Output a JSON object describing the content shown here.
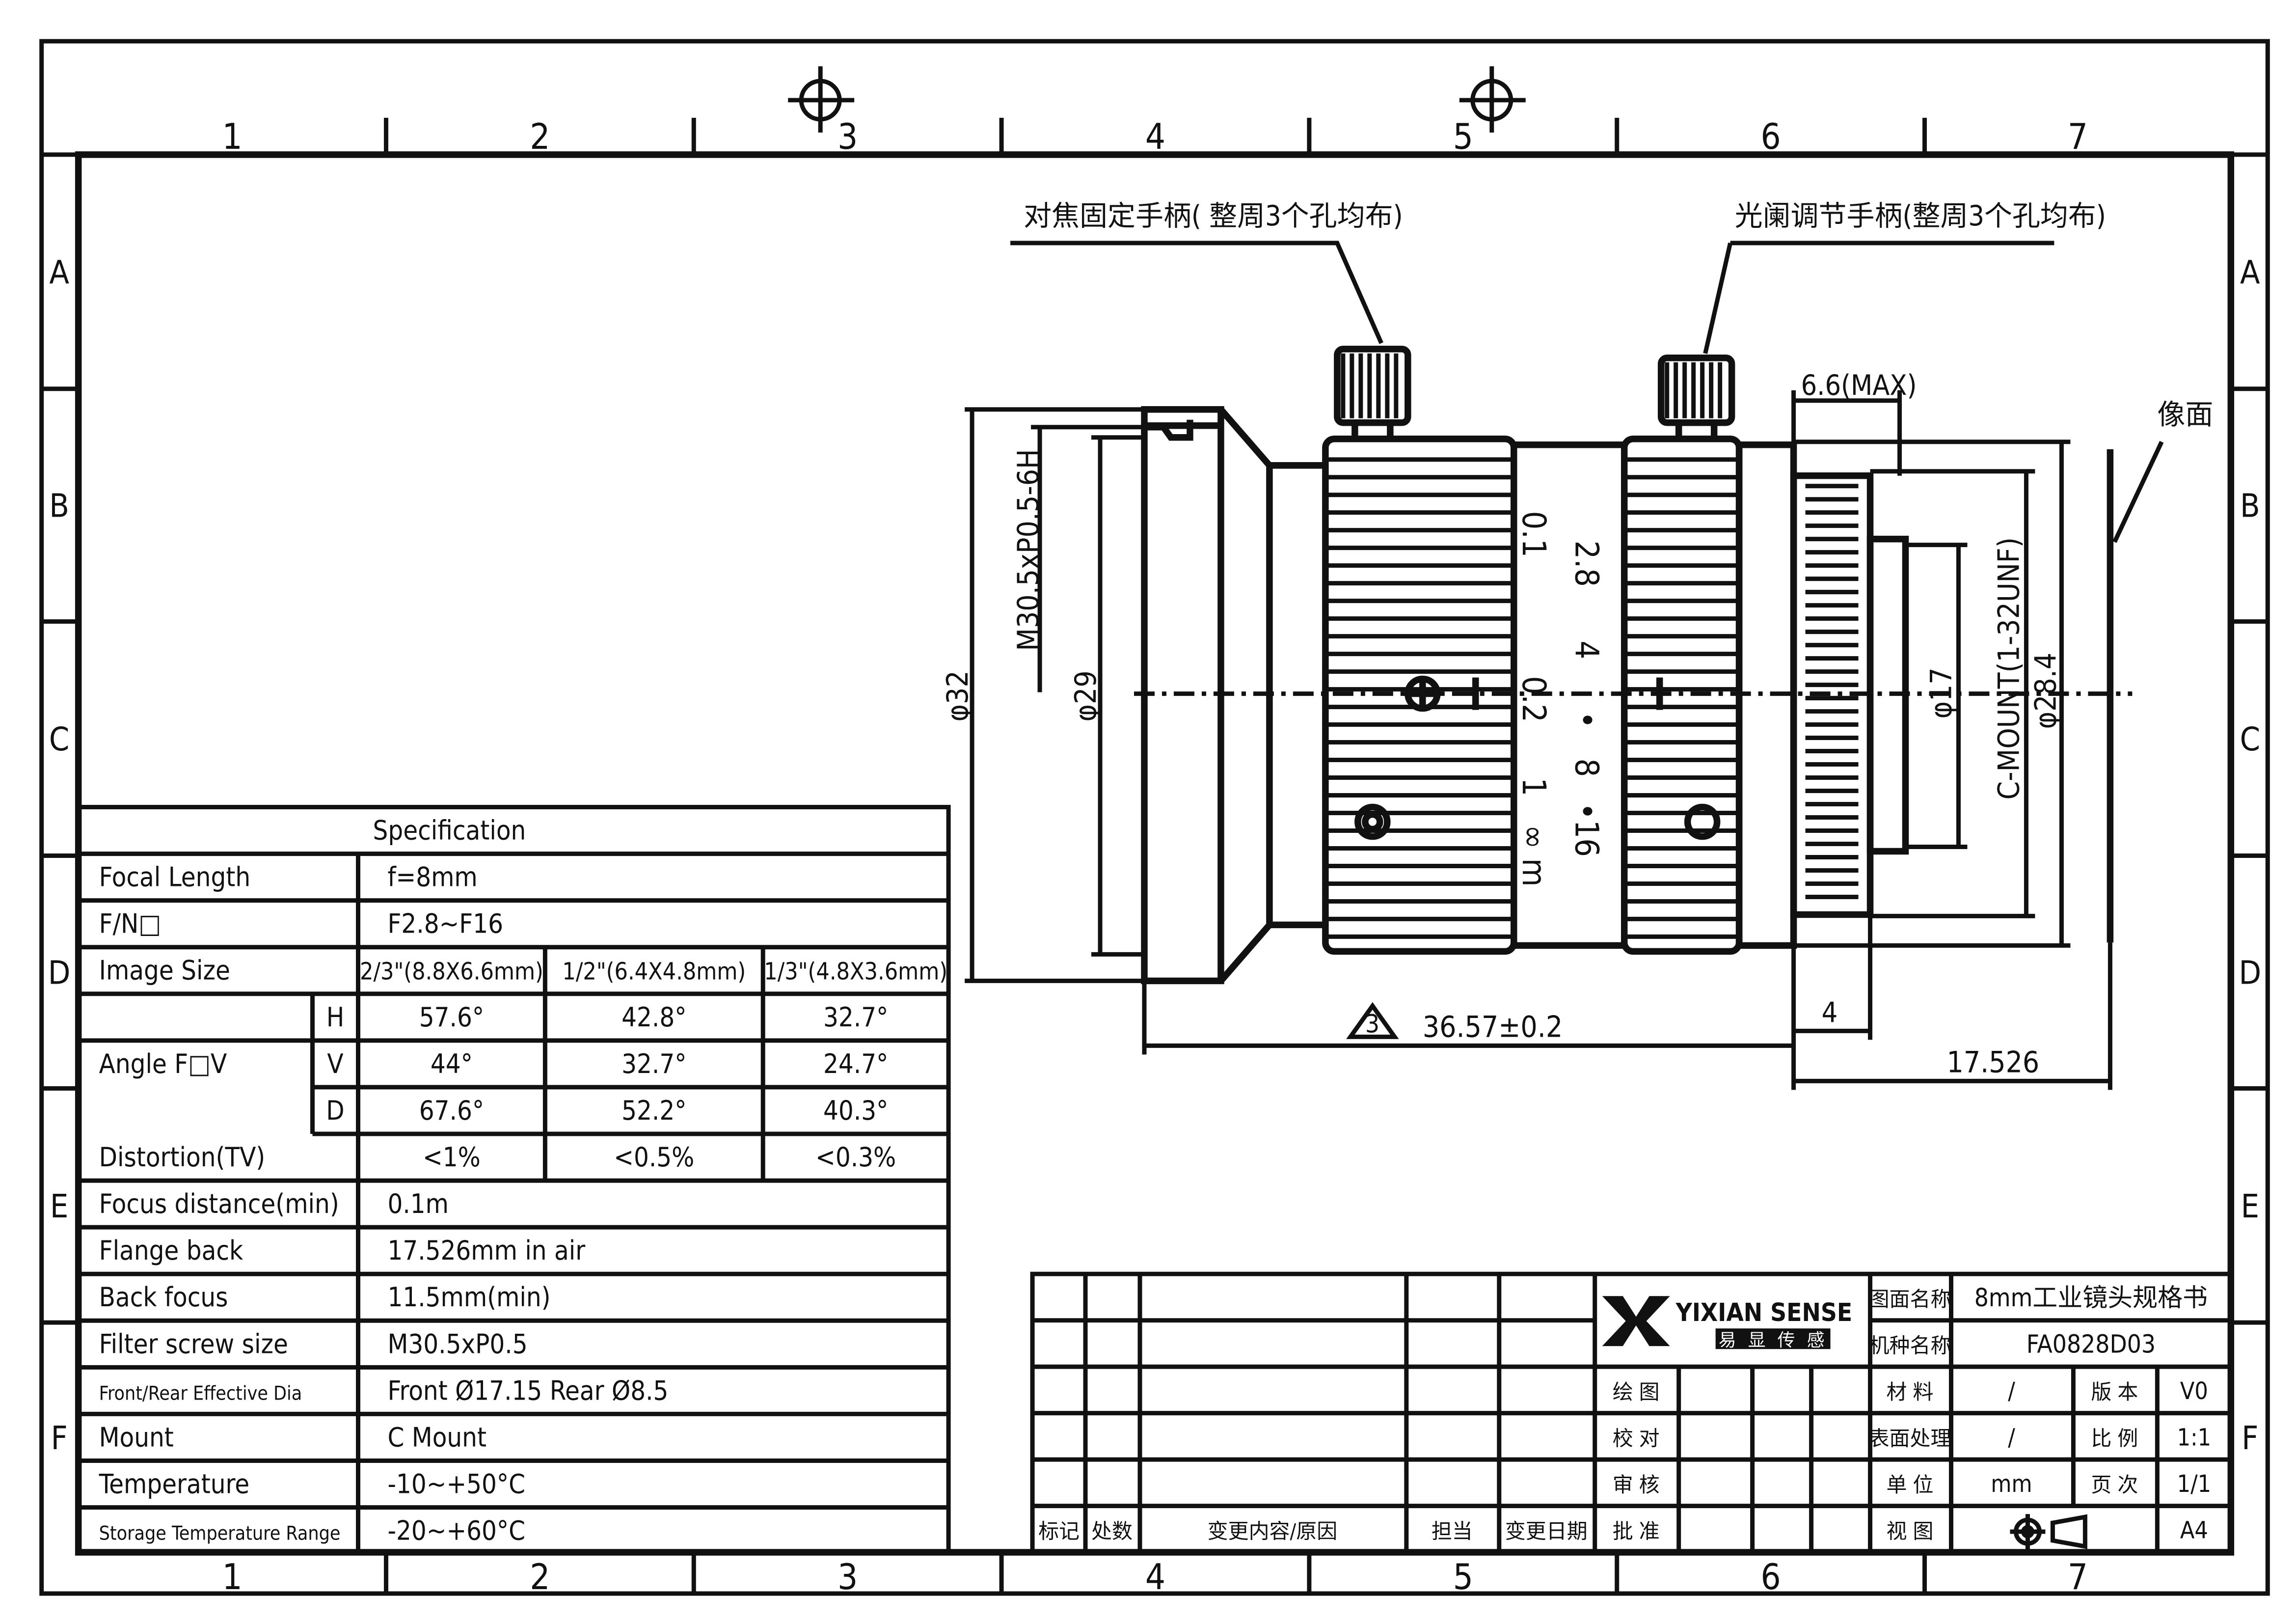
{
  "frame": {
    "columns": [
      "1",
      "2",
      "3",
      "4",
      "5",
      "6",
      "7"
    ],
    "rows": [
      "A",
      "B",
      "C",
      "D",
      "E",
      "F"
    ]
  },
  "callouts": {
    "focus_handle": "对焦固定手柄( 整周3个孔均布)",
    "iris_handle": "光阑调节手柄(整周3个孔均布)",
    "image_plane": "像面"
  },
  "dimensions": {
    "thread": "M30.5xP0.5-6H",
    "dia32": "φ32",
    "dia29": "φ29",
    "dia17": "φ17",
    "cmount": "C-MOUNT(1-32UNF)",
    "dia28_4": "φ28.4",
    "max_6_6": "6.6(MAX)",
    "flange_4": "4",
    "length": "36.57±0.2",
    "datum": "3",
    "flange_back": "17.526"
  },
  "lens_marks": {
    "focus_scale": [
      "0.1",
      "0.2",
      "1",
      "∞ m"
    ],
    "iris_scale": [
      "2.8",
      "4",
      "•",
      "8",
      "•16"
    ]
  },
  "spec_table": {
    "title": "Specification",
    "rows": [
      {
        "label": "Focal Length",
        "value": "f=8mm"
      },
      {
        "label": "F/N□",
        "value": "F2.8~F16"
      }
    ],
    "image_size": {
      "label": "Image Size",
      "values": [
        "2/3\"(8.8X6.6mm)",
        "1/2\"(6.4X4.8mm)",
        "1/3\"(4.8X3.6mm)"
      ]
    },
    "angle_fov": {
      "label": "Angle F□V",
      "rows": [
        {
          "axis": "H",
          "values": [
            "57.6°",
            "42.8°",
            "32.7°"
          ]
        },
        {
          "axis": "V",
          "values": [
            "44°",
            "32.7°",
            "24.7°"
          ]
        },
        {
          "axis": "D",
          "values": [
            "67.6°",
            "52.2°",
            "40.3°"
          ]
        }
      ]
    },
    "distortion": {
      "label": "Distortion(TV)",
      "values": [
        "<1%",
        "<0.5%",
        "<0.3%"
      ]
    },
    "rows2": [
      {
        "label": "Focus distance(min)",
        "value": "0.1m"
      },
      {
        "label": "Flange back",
        "value": "17.526mm in air"
      },
      {
        "label": "Back focus",
        "value": "11.5mm(min)"
      },
      {
        "label": "Filter screw size",
        "value": "M30.5xP0.5"
      },
      {
        "label": "Front/Rear Effective Dia",
        "value": "Front Ø17.15    Rear Ø8.5"
      },
      {
        "label": "Mount",
        "value": "C Mount"
      },
      {
        "label": "Temperature",
        "value": "-10~+50°C"
      },
      {
        "label": "Storage Temperature Range",
        "value": "-20~+60°C"
      }
    ]
  },
  "title_block": {
    "logo_name": "YIXIAN SENSE",
    "logo_cn": [
      "易",
      "显",
      "传",
      "感"
    ],
    "revision_headers": [
      "标记",
      "处数",
      "变更内容/原因",
      "担当",
      "变更日期"
    ],
    "sign_labels": [
      "绘 图",
      "校 对",
      "审 核",
      "批 准"
    ],
    "info": [
      {
        "label": "图面名称",
        "value": "8mm工业镜头规格书"
      },
      {
        "label": "机种名称",
        "value": "FA0828D03"
      }
    ],
    "props": [
      {
        "label": "材 料",
        "value": "/",
        "label2": "版 本",
        "value2": "V0"
      },
      {
        "label": "表面处理",
        "value": "/",
        "label2": "比 例",
        "value2": "1:1"
      },
      {
        "label": "单 位",
        "value": "mm",
        "label2": "页 次",
        "value2": "1/1"
      }
    ],
    "view_label": "视 图",
    "sheet_size": "A4"
  }
}
